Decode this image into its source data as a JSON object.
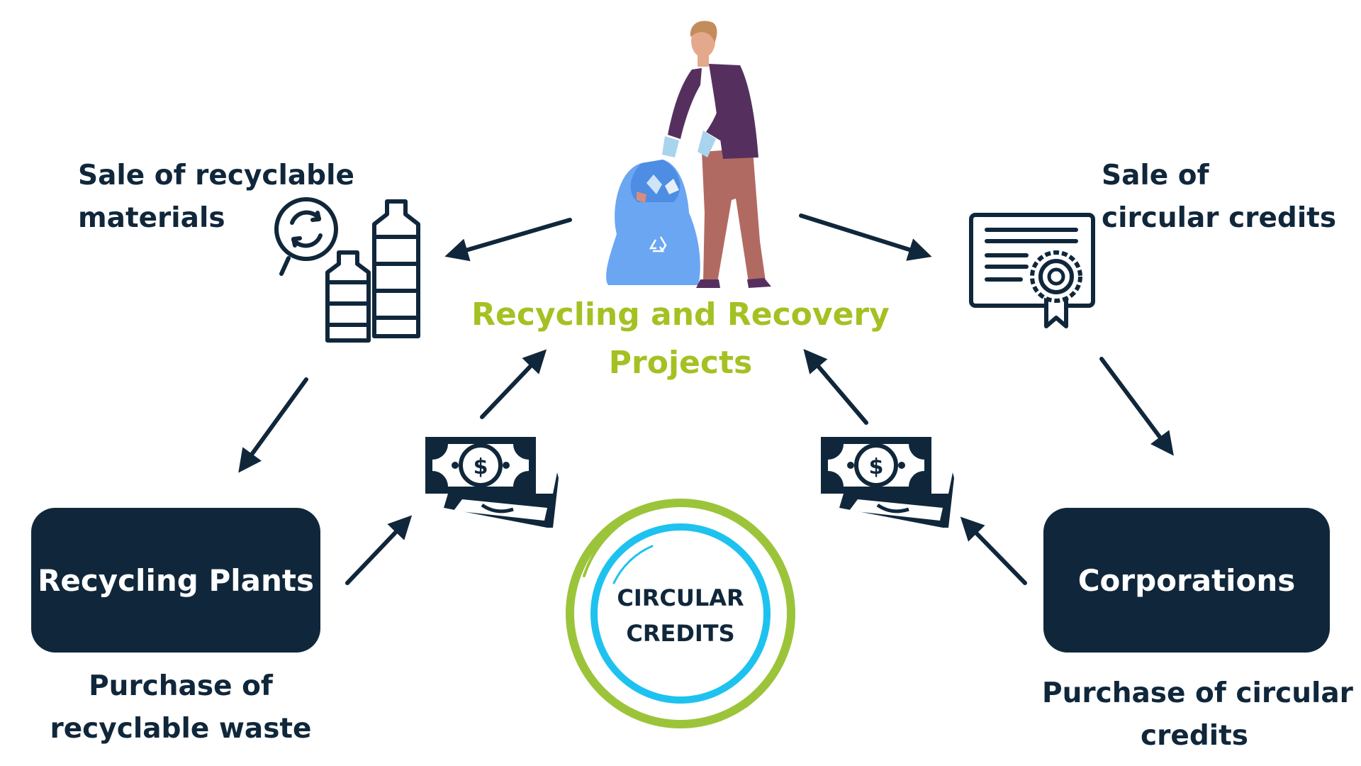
{
  "center": {
    "line1": "Recycling and Recovery",
    "line2": "Projects"
  },
  "sale_materials": {
    "line1": "Sale of recyclable",
    "line2": "materials"
  },
  "sale_credits": {
    "line1": "Sale of",
    "line2": "circular credits"
  },
  "plants": {
    "label": "Recycling Plants",
    "caption_line1": "Purchase of",
    "caption_line2": "recyclable waste"
  },
  "corporations": {
    "label": "Corporations",
    "caption_line1": "Purchase of circular",
    "caption_line2": "credits"
  },
  "badge": {
    "line1": "CIRCULAR",
    "line2": "CREDITS"
  },
  "colors": {
    "navy": "#10273b",
    "lime": "#a4c122",
    "ring_green": "#9cc43a",
    "ring_blue": "#1ec2ef",
    "bag_blue": "#6aa6f2",
    "jacket": "#55305f",
    "trousers": "#b16a62"
  },
  "icons": [
    "person-collecting-trash-icon",
    "bottles-recycle-icon",
    "certificate-icon",
    "money-icon"
  ]
}
